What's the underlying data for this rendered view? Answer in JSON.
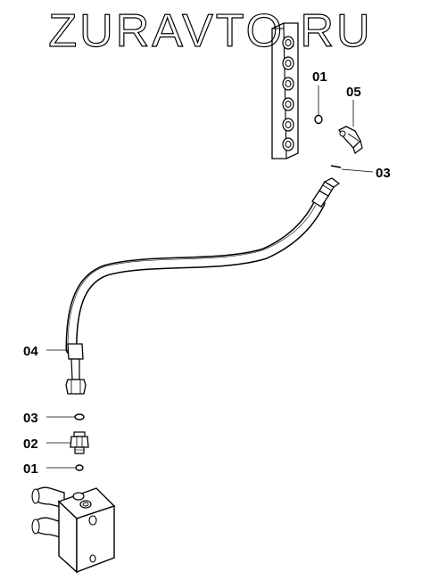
{
  "watermark": "ZURAVTO.RU",
  "callouts": {
    "top_o_ring": "01",
    "elbow_fitting": "05",
    "top_washer": "03",
    "hose": "04",
    "bottom_washer_upper": "03",
    "adapter": "02",
    "bottom_o_ring": "01"
  },
  "colors": {
    "line": "#000000",
    "background": "#ffffff"
  }
}
